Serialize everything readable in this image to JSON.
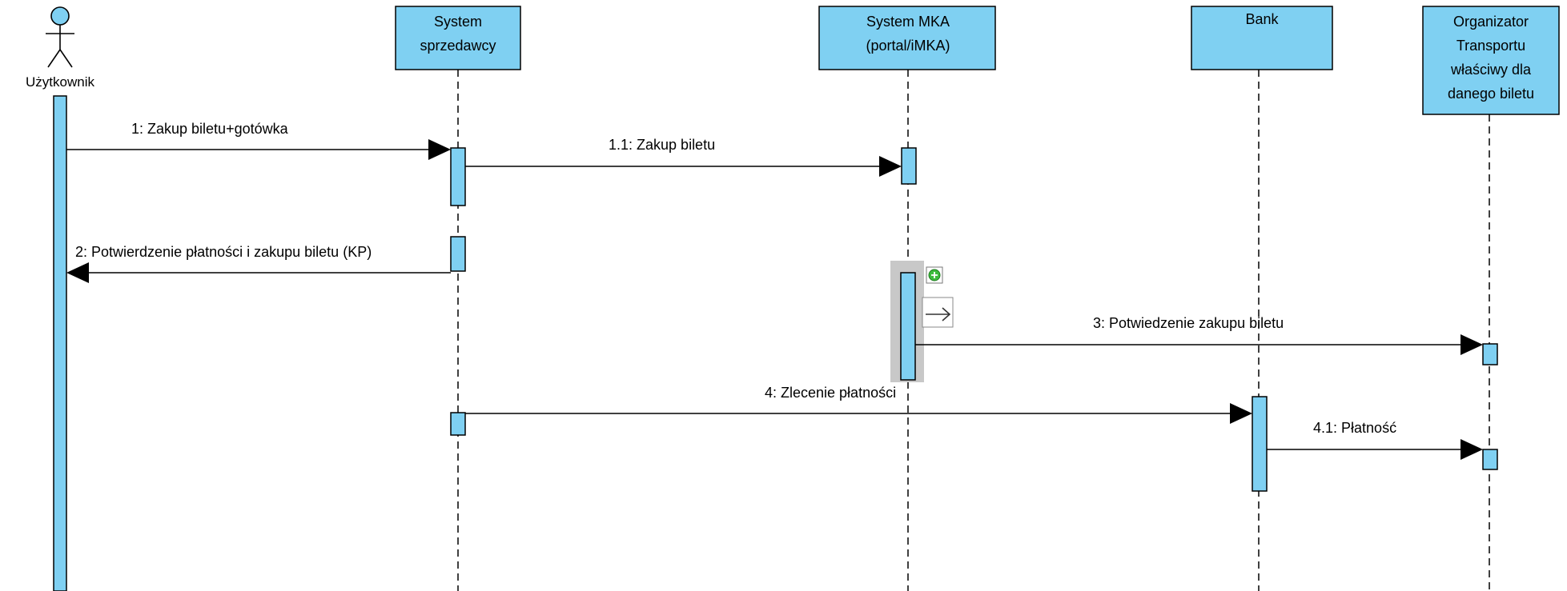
{
  "colors": {
    "participant_fill": "#7FD0F2",
    "activation_fill": "#7FD0F2",
    "line": "#000000",
    "selection_highlight": "#C8C8C8",
    "marker_green": "#3DBB3D"
  },
  "actor": {
    "name": "Użytkownik"
  },
  "participants": [
    {
      "id": "sys-sprz",
      "lines": [
        "System",
        "sprzedawcy"
      ]
    },
    {
      "id": "mka",
      "lines": [
        "System MKA",
        "(portal/iMKA)"
      ]
    },
    {
      "id": "bank",
      "lines": [
        "Bank"
      ]
    },
    {
      "id": "org",
      "lines": [
        "Organizator",
        "Transportu",
        "właściwy dla",
        "danego biletu"
      ]
    }
  ],
  "messages": [
    {
      "id": "m1",
      "label": "1: Zakup biletu+gotówka",
      "direction": "forward"
    },
    {
      "id": "m11",
      "label": "1.1: Zakup biletu",
      "direction": "forward"
    },
    {
      "id": "m2",
      "label": "2: Potwierdzenie płatności i zakupu biletu (KP)",
      "direction": "return"
    },
    {
      "id": "m3",
      "label": "3: Potwiedzenie zakupu biletu",
      "direction": "forward"
    },
    {
      "id": "m4",
      "label": "4: Zlecenie płatności",
      "direction": "forward"
    },
    {
      "id": "m41",
      "label": "4.1: Płatność",
      "direction": "forward"
    }
  ],
  "icons": [
    "actor-icon",
    "resize-handle-icon",
    "message-shortcut-arrow-icon"
  ]
}
